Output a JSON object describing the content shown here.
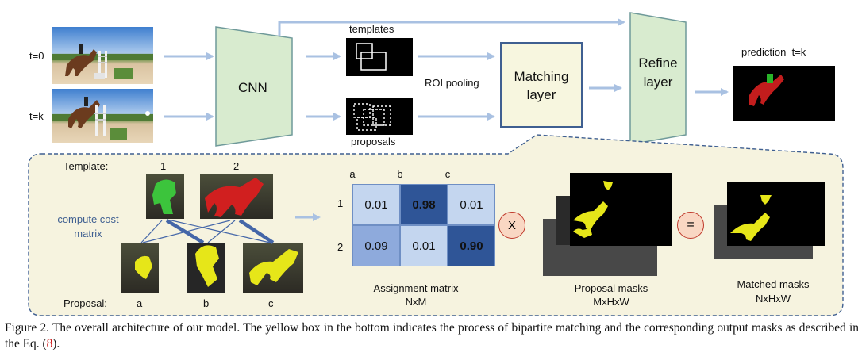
{
  "top": {
    "t0_label": "t=0",
    "tk_label": "t=k",
    "cnn_label": "CNN",
    "templates_label": "templates",
    "proposals_label": "proposals",
    "roi_label": "ROI pooling",
    "matching_label_1": "Matching",
    "matching_label_2": "layer",
    "refine_label_1": "Refine",
    "refine_label_2": "layer",
    "prediction_label": "prediction  t=k"
  },
  "detail": {
    "template_label": "Template:",
    "template_ids": [
      "1",
      "2"
    ],
    "compute_label_1": "compute cost",
    "compute_label_2": "matrix",
    "proposal_label": "Proposal:",
    "proposal_ids": [
      "a",
      "b",
      "c"
    ],
    "matrix_cols": [
      "a",
      "b",
      "c"
    ],
    "matrix_rows": [
      "1",
      "2"
    ],
    "matrix_values": [
      [
        "0.01",
        "0.98",
        "0.01"
      ],
      [
        "0.09",
        "0.01",
        "0.90"
      ]
    ],
    "matrix_title": "Assignment matrix",
    "matrix_dims": "NxM",
    "times_symbol": "X",
    "equals_symbol": "=",
    "proposal_masks_title": "Proposal masks",
    "proposal_masks_dims": "MxHxW",
    "matched_masks_title": "Matched masks",
    "matched_masks_dims": "NxHxW"
  },
  "caption": {
    "text_before": "Figure 2. The overall architecture of our model. The yellow box in the bottom indicates the process of bipartite matching and the corresponding output masks as described in the Eq. (",
    "ref": "8",
    "text_after": ")."
  },
  "colors": {
    "arrow": "#a9c1e2",
    "block_green": "#d8ebcf",
    "block_green_border": "#6f9a9a",
    "matching_fill": "#f7f6df",
    "matching_border": "#3f5f91",
    "panel_fill": "#f6f3df",
    "panel_border": "#3f5f91",
    "mask_yellow": "#e6e619",
    "mask_green": "#3cc43c",
    "mask_red": "#d11f1f",
    "cell_light": "#c4d6ef",
    "cell_medium": "#8eaadc",
    "cell_dark": "#2f5597",
    "op_circle": "#f9d7c3",
    "op_circle_border": "#c0392b",
    "ref_red": "#cc1111"
  }
}
